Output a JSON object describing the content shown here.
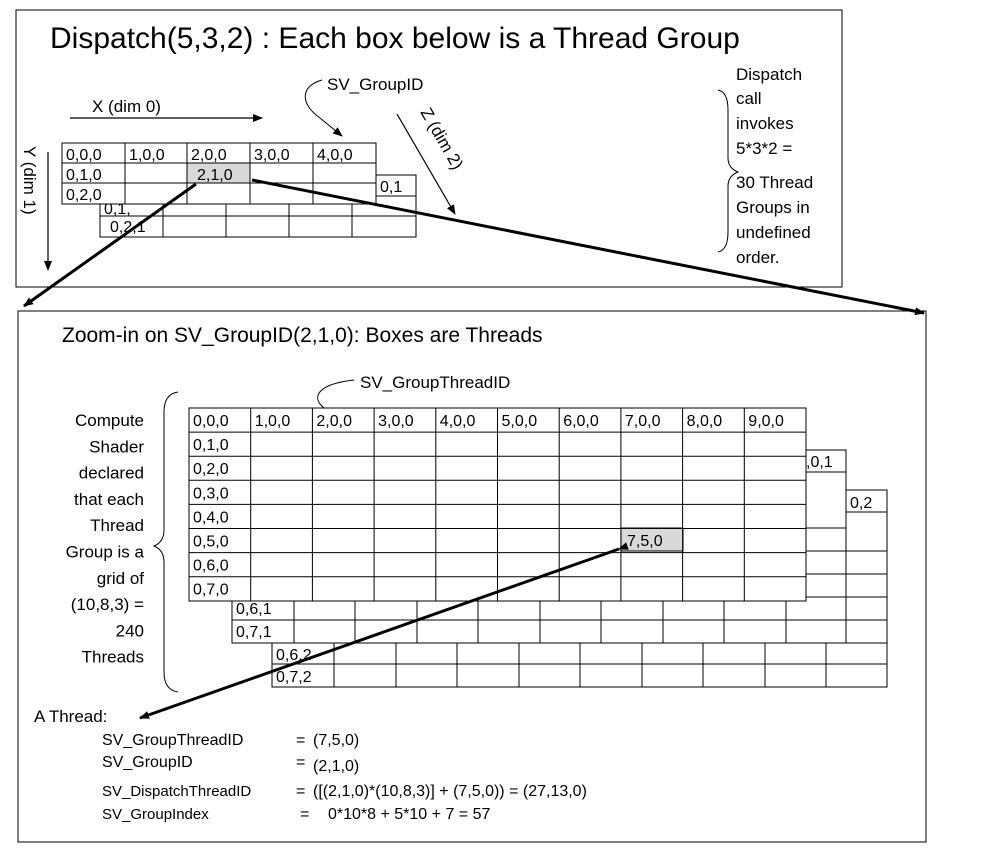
{
  "dispatch": {
    "title": "Dispatch(5,3,2) : Each box below is a Thread Group",
    "x_axis_label": "X (dim 0)",
    "y_axis_label": "Y (dim 1)",
    "z_axis_label": "Z (dim 2)",
    "callout_label": "SV_GroupID",
    "front_row": [
      "0,0,0",
      "1,0,0",
      "2,0,0",
      "3,0,0",
      "4,0,0"
    ],
    "front_col": [
      "0,1,0",
      "0,2,0"
    ],
    "selected_group": "2,1,0",
    "mid_label": "0,1",
    "back_labels": [
      "0,1,",
      "0,2,1"
    ],
    "note_lines": [
      "Dispatch",
      "call",
      "invokes",
      "5*3*2 =",
      "30 Thread",
      "Groups in",
      "undefined",
      "order."
    ]
  },
  "zoom": {
    "title": "Zoom-in on SV_GroupID(2,1,0): Boxes are Threads",
    "callout_label": "SV_GroupThreadID",
    "front_row": [
      "0,0,0",
      "1,0,0",
      "2,0,0",
      "3,0,0",
      "4,0,0",
      "5,0,0",
      "6,0,0",
      "7,0,0",
      "8,0,0",
      "9,0,0"
    ],
    "front_col": [
      "0,1,0",
      "0,2,0",
      "0,3,0",
      "0,4,0",
      "0,5,0",
      "0,6,0",
      "0,7,0"
    ],
    "selected_thread": "7,5,0",
    "layer1_labels": [
      "0,6,1",
      "0,7,1"
    ],
    "layer2_labels": [
      "0,6,2",
      "0,7,2"
    ],
    "edge_labels": [
      ",0,1",
      "0,2"
    ],
    "note_lines": [
      "Compute",
      "Shader",
      "declared",
      "that each",
      "Thread",
      "Group is a",
      "grid of",
      "(10,8,3) =",
      "240",
      "Threads"
    ]
  },
  "thread": {
    "heading": "A Thread:",
    "rows": [
      {
        "name": "SV_GroupThreadID",
        "eq": "=",
        "value": "(7,5,0)"
      },
      {
        "name": "SV_GroupID",
        "eq": "=",
        "value": "(2,1,0)"
      },
      {
        "name": "SV_DispatchThreadID",
        "eq": "=",
        "value": "([(2,1,0)*(10,8,3)] + (7,5,0)) = (27,13,0)"
      },
      {
        "name": "SV_GroupIndex",
        "eq": "=",
        "value": "0*10*8 + 5*10 + 7 = 57"
      }
    ]
  },
  "colors": {
    "line": "#000000",
    "selected_fill": "#d9d9d9",
    "background": "#ffffff"
  }
}
